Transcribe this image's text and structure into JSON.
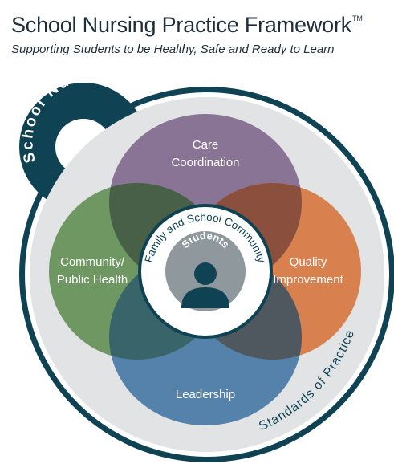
{
  "header": {
    "title": "School Nursing Practice Framework",
    "trademark": "TM",
    "subtitle": "Supporting Students to be Healthy, Safe and Ready to Learn"
  },
  "diagram": {
    "outer_ring_label": "Standards of Practice",
    "badge_label": "School Nurse",
    "middle_ring_label": "Family and School Community",
    "center_label": "Students",
    "center_icon": "person-icon",
    "circles": {
      "care_coordination": {
        "line1": "Care",
        "line2": "Coordination",
        "color": "#8a7495"
      },
      "community_public_health": {
        "line1": "Community/",
        "line2": "Public Health",
        "color": "#6f9762"
      },
      "quality_improvement": {
        "line1": "Quality",
        "line2": "Improvement",
        "color": "#d9804f"
      },
      "leadership": {
        "line1": "Leadership",
        "color": "#5482ab"
      }
    },
    "colors": {
      "dark_teal": "#0f4354",
      "outer_gray": "#e2e3e4",
      "center_gray": "#8f999d"
    }
  }
}
